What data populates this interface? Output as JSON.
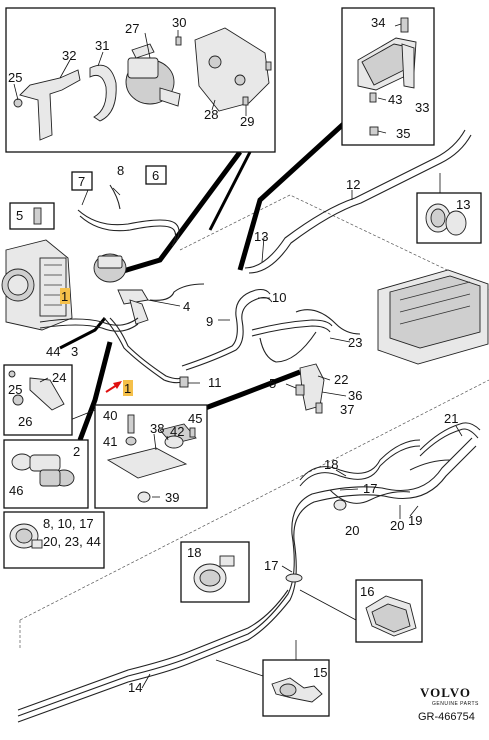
{
  "labels": {
    "n1a": "1",
    "n1b": "1",
    "n2": "2",
    "n3": "3",
    "n4": "4",
    "n5a": "5",
    "n5b": "5",
    "n6": "6",
    "n7": "7",
    "n8": "8",
    "n9": "9",
    "n10": "10",
    "n11": "11",
    "n12": "12",
    "n13a": "13",
    "n13b": "13",
    "n14": "14",
    "n15": "15",
    "n16": "16",
    "n17a": "17",
    "n17b": "17",
    "n18a": "18",
    "n18b": "18",
    "n19": "19",
    "n20": "20",
    "n21": "21",
    "n22": "22",
    "n23": "23",
    "n24": "24",
    "n25a": "25",
    "n25b": "25",
    "n26": "26",
    "n27": "27",
    "n28": "28",
    "n29": "29",
    "n30": "30",
    "n31": "31",
    "n32": "32",
    "n33": "33",
    "n34": "34",
    "n35": "35",
    "n36": "36",
    "n37": "37",
    "n38": "38",
    "n39": "39",
    "n40": "40",
    "n41": "41",
    "n42": "42",
    "n43": "43",
    "n44": "44",
    "n45": "45",
    "n46": "46",
    "multi1": "8, 10, 17",
    "multi2": "20, 23, 44"
  },
  "brand": {
    "name": "VOLVO",
    "subtitle": "GENUINE PARTS"
  },
  "reference": "GR-466754",
  "colors": {
    "highlight": "#f5c04a",
    "arrow": "#e01010",
    "ink": "#111111"
  }
}
